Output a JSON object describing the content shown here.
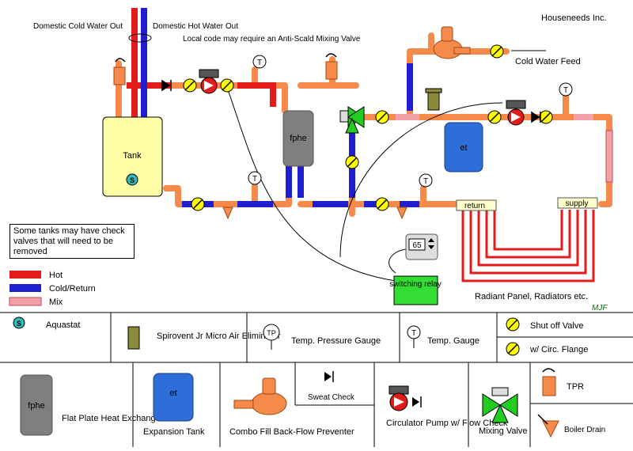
{
  "diagram": {
    "company": "Houseneeds Inc.",
    "author": "MJF",
    "labels": {
      "cold_out": "Domestic Cold Water Out",
      "hot_out": "Domestic Hot Water Out",
      "antiscald": "Local code may require an Anti-Scald Mixing Valve",
      "cold_feed": "Cold Water Feed",
      "tank": "Tank",
      "fphe": "fphe",
      "et": "et",
      "return": "return",
      "supply": "supply",
      "radiant": "Radiant Panel, Radiators etc.",
      "relay": "switching relay",
      "thermostat": "65",
      "check_note": "Some tanks may have check valves that will need to be removed",
      "gauge_t": "T",
      "aquastat_s": "S"
    },
    "colors": {
      "hot": "#e41b1b",
      "cold": "#1f1fcf",
      "mix": "#f4a0a8",
      "pipe": "#f58a4a",
      "tank_fill": "#ffffa8",
      "valve": "#ffff00",
      "relay": "#33dd33",
      "et": "#2f6ed8",
      "fphe": "#7f7f7f",
      "mixing_valve": "#22cc22"
    }
  },
  "legend": {
    "hot": "Hot",
    "cold": "Cold/Return",
    "mix": "Mix"
  },
  "key": {
    "aquastat": "Aquastat",
    "spirovent": "Spirovent Jr Micro Air Eliminator",
    "tp_gauge": "Temp. Pressure Gauge",
    "tp_symbol": "TP",
    "temp_gauge": "Temp. Gauge",
    "shutoff": "Shut off Valve",
    "circ_flange": "w/ Circ. Flange",
    "fphe_symbol": "fphe",
    "flat_plate": "Flat Plate Heat Exchanger",
    "et_symbol": "et",
    "expansion": "Expansion Tank",
    "combo_fill": "Combo Fill Back-Flow Preventer",
    "sweat_check": "Sweat Check",
    "circulator": "Circulator Pump w/ Flow Check",
    "mixing": "Mixing Valve",
    "tpr": "TPR",
    "boiler_drain": "Boiler Drain"
  }
}
